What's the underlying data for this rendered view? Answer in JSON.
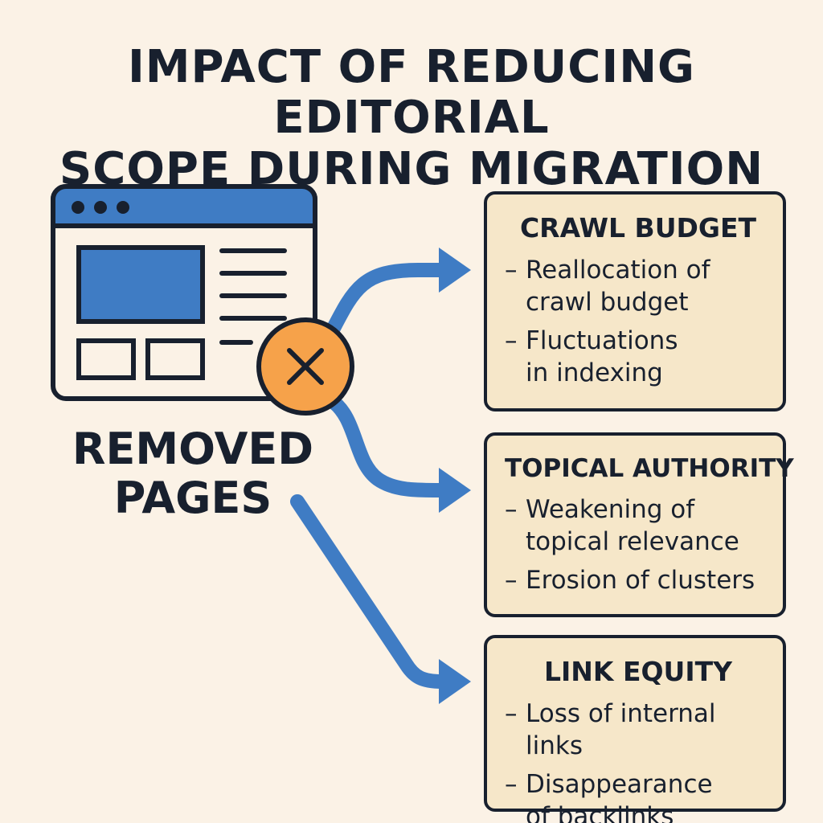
{
  "title": {
    "line1": "IMPACT OF REDUCING EDITORIAL",
    "line2": "SCOPE DURING MIGRATION"
  },
  "source": {
    "label_line1": "REMOVED",
    "label_line2": "PAGES",
    "icon": "browser-window-icon",
    "badge_icon": "x-circle-icon"
  },
  "cards": {
    "crawl_budget": {
      "title": "CRAWL BUDGET",
      "items": [
        {
          "line1": "Reallocation of",
          "line2": "crawl budget"
        },
        {
          "line1": "Fluctuations",
          "line2": "in indexing"
        }
      ]
    },
    "topical_authority": {
      "title": "TOPICAL AUTHORITY",
      "items": [
        {
          "line1": "Weakening of",
          "line2": "topical relevance"
        },
        {
          "line1": "Erosion of clusters",
          "line2": ""
        }
      ]
    },
    "link_equity": {
      "title": "LINK EQUITY",
      "items": [
        {
          "line1": "Loss of internal links",
          "line2": ""
        },
        {
          "line1": "Disappearance",
          "line2": "of backlinks"
        }
      ]
    }
  },
  "colors": {
    "background": "#fbf2e6",
    "card_fill": "#f6e7c9",
    "outline": "#18202e",
    "accent_blue": "#3f7cc4",
    "badge_orange": "#f6a24a"
  }
}
